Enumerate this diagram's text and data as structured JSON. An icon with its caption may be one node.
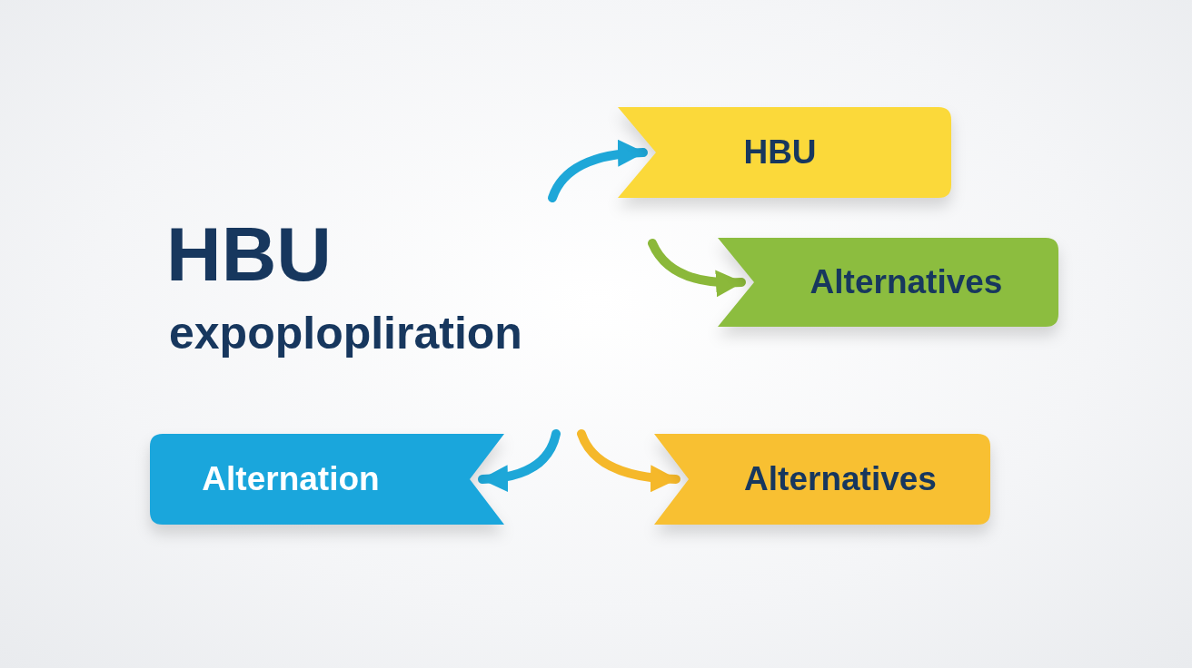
{
  "diagram": {
    "title": "HBU",
    "nodes": [
      {
        "text": [
          "HBU"
        ]
      },
      {
        "text": [
          "Alternatives"
        ]
      },
      {
        "text": [
          "Alternation"
        ]
      },
      {
        "text": [
          "Alternatives"
        ]
      }
    ],
    "edges": [
      {
        "from": null,
        "to": 0,
        "arrow": "to",
        "color": "#1ea7d8"
      },
      {
        "from": null,
        "to": 1,
        "arrow": "to",
        "color": "#8bb83a"
      },
      {
        "from": null,
        "to": 2,
        "arrow": "to",
        "color": "#1ea7d8"
      },
      {
        "from": null,
        "to": 3,
        "arrow": "to",
        "color": "#f5b82a"
      }
    ],
    "labels": [
      "expoplopliration"
    ]
  }
}
